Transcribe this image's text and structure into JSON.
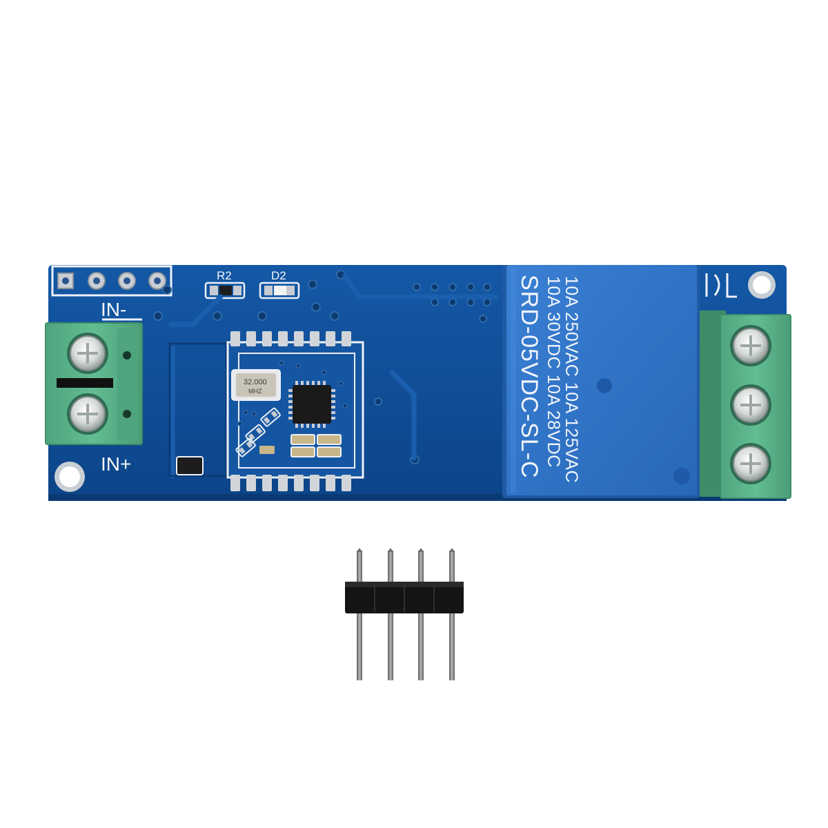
{
  "colors": {
    "background": "#ffffff",
    "pcb": "#0e4d96",
    "pcb_dark": "#0a3f80",
    "relay": "#2f74c8",
    "terminal": "#58b48a",
    "silkscreen": "#f4f6fa",
    "header_plastic": "#141414",
    "header_pin": "#8b8b8b"
  },
  "board": {
    "silkscreen": {
      "in_minus": "IN-",
      "in_plus": "IN+",
      "r2": "R2",
      "d2": "D2"
    },
    "crystal": {
      "freq": "32.000",
      "unit": "MHZ"
    },
    "relay": {
      "line1": "10A 250VAC 10A 125VAC",
      "line2": "10A 30VDC 10A 28VDC",
      "model": "SRD-05VDC-SL-C"
    }
  },
  "pin_header": {
    "pin_count": 4
  }
}
